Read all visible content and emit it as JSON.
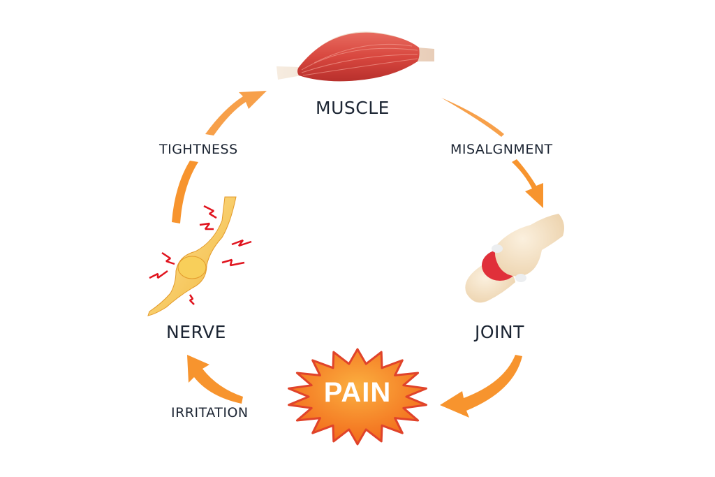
{
  "diagram": {
    "type": "cycle",
    "nodes": [
      {
        "id": "muscle",
        "label": "MUSCLE",
        "icon": "muscle-icon"
      },
      {
        "id": "joint",
        "label": "JOINT",
        "icon": "joint-icon"
      },
      {
        "id": "pain",
        "label": "PAIN",
        "icon": "starburst-icon"
      },
      {
        "id": "nerve",
        "label": "NERVE",
        "icon": "nerve-icon"
      }
    ],
    "edges": [
      {
        "from": "muscle",
        "to": "joint",
        "label": "MISALGNMENT"
      },
      {
        "from": "joint",
        "to": "pain",
        "label": ""
      },
      {
        "from": "pain",
        "to": "nerve",
        "label": "IRRITATION"
      },
      {
        "from": "nerve",
        "to": "muscle",
        "label": "TIGHTNESS"
      }
    ],
    "colors": {
      "arrow": "#f7942e",
      "text": "#1c2533",
      "muscle": "#d9453e",
      "tendon": "#f3e3d3",
      "bone": "#f2dfc2",
      "inflammation": "#e0303a",
      "nerve": "#f6c24a",
      "spark": "#e0141e",
      "pain_fill": "#f57c1f",
      "pain_outline": "#e0432a"
    }
  }
}
